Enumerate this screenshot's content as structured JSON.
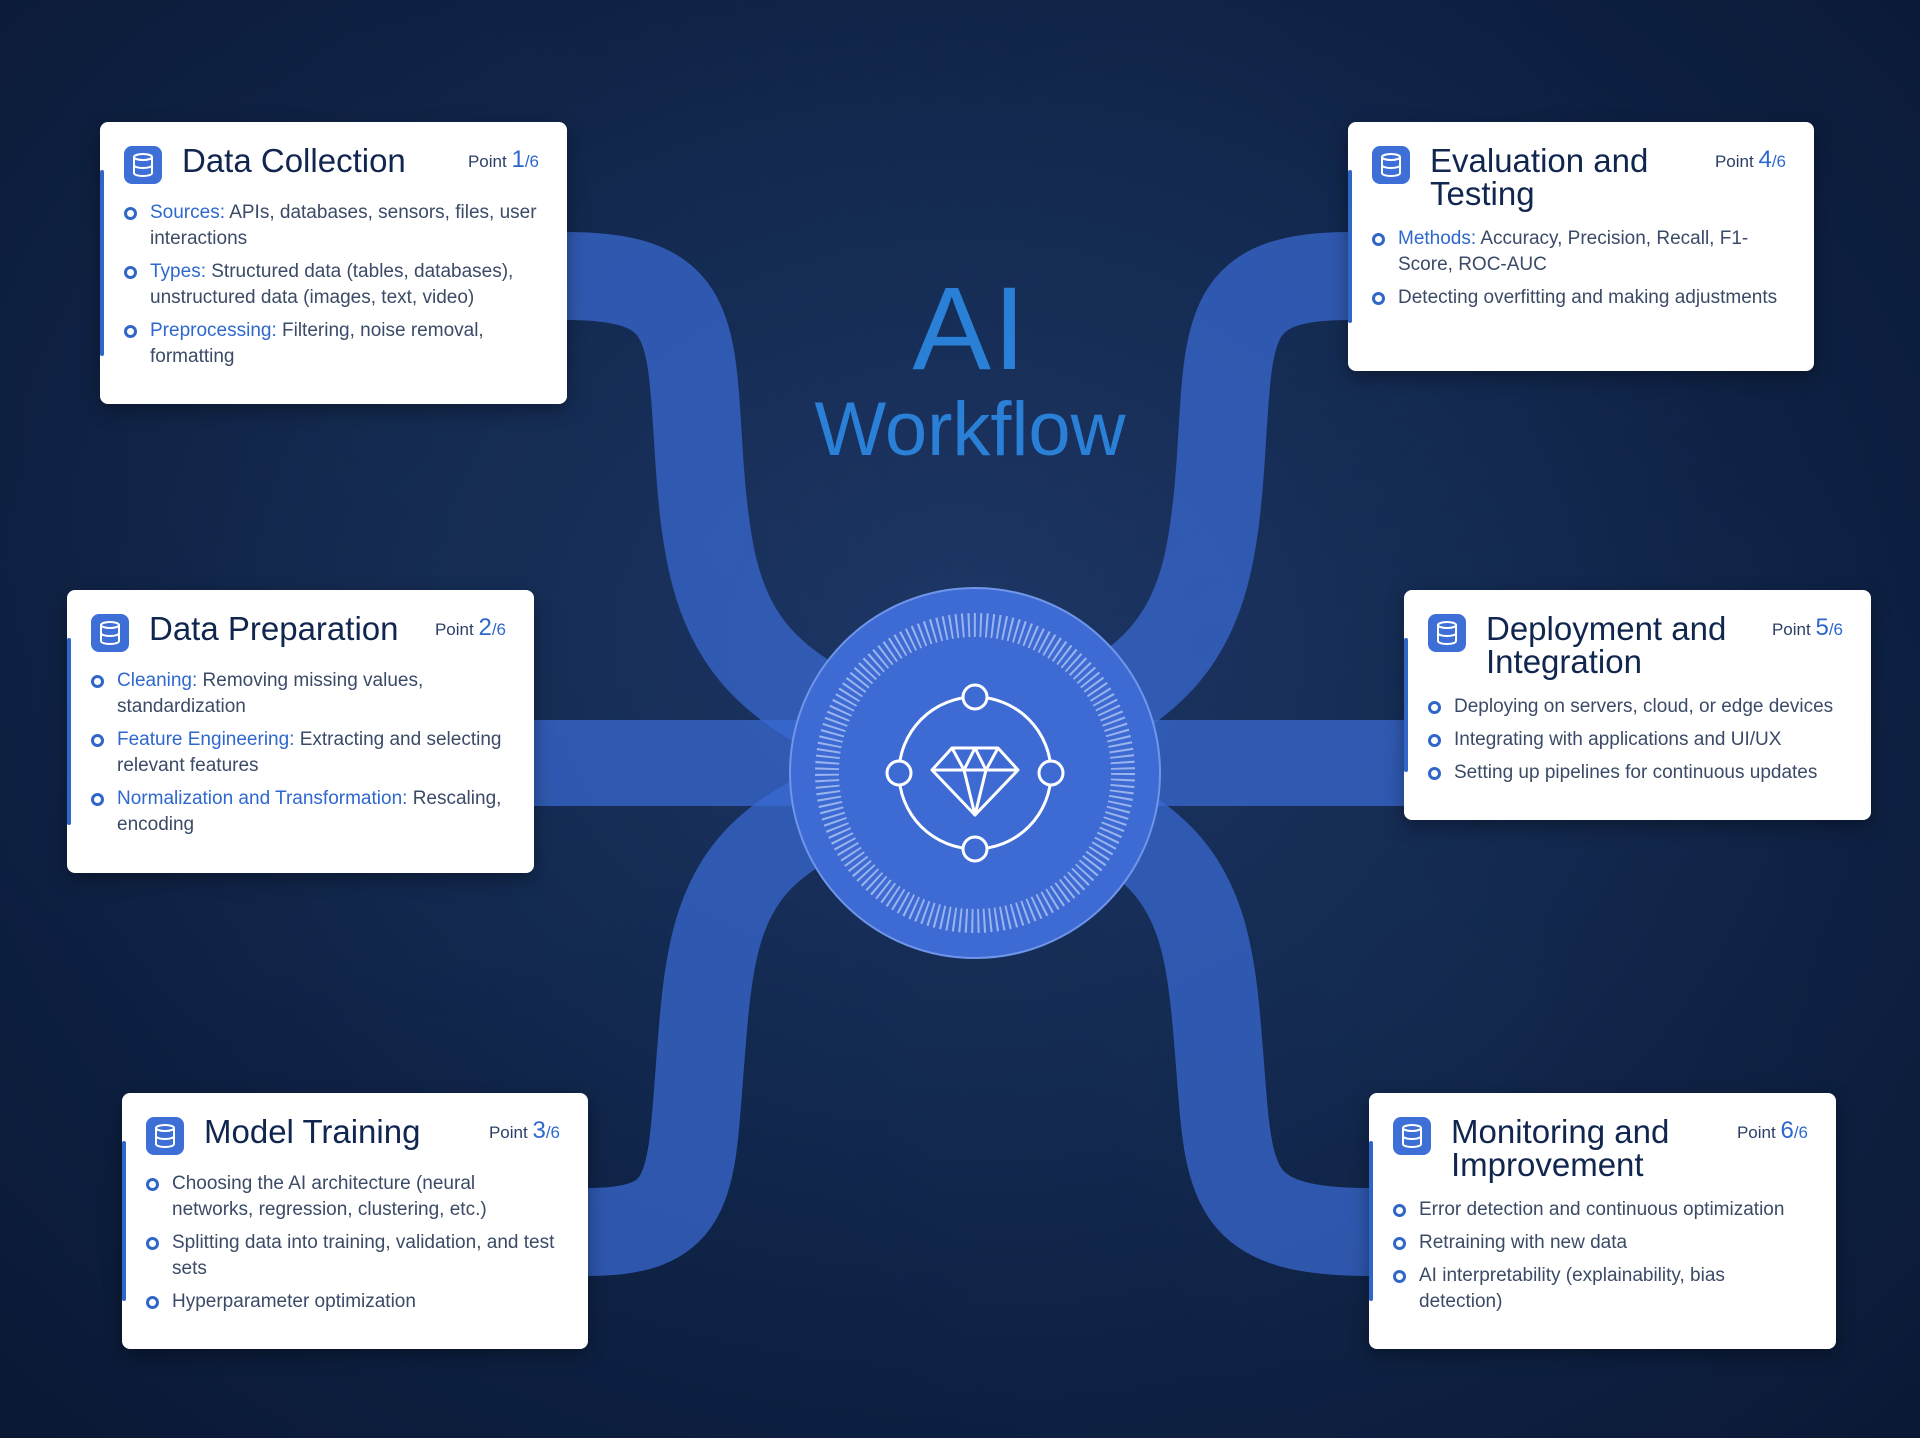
{
  "title": {
    "line1": "AI",
    "line2": "Workflow"
  },
  "cards": [
    {
      "title": "Data Collection",
      "point_label": "Point ",
      "point_num": "1",
      "point_total": "/6",
      "items": [
        {
          "key": "Sources:",
          "text": " APIs, databases, sensors, files, user interactions"
        },
        {
          "key": "Types:",
          "text": " Structured data (tables, databases), unstructured data (images, text, video)"
        },
        {
          "key": "Preprocessing:",
          "text": " Filtering, noise removal, formatting"
        }
      ]
    },
    {
      "title": "Data Preparation",
      "point_label": "Point ",
      "point_num": "2",
      "point_total": "/6",
      "items": [
        {
          "key": "Cleaning:",
          "text": " Removing missing values, standardization"
        },
        {
          "key": "Feature Engineering:",
          "text": " Extracting and selecting relevant features"
        },
        {
          "key": "Normalization and Transformation:",
          "text": " Rescaling, encoding"
        }
      ]
    },
    {
      "title": "Model Training",
      "point_label": "Point ",
      "point_num": "3",
      "point_total": "/6",
      "items": [
        {
          "key": "",
          "text": "Choosing the AI architecture (neural networks, regression, clustering, etc.)"
        },
        {
          "key": "",
          "text": "Splitting data into training, validation, and test sets"
        },
        {
          "key": "",
          "text": "Hyperparameter optimization"
        }
      ]
    },
    {
      "title": "Evaluation and Testing",
      "point_label": "Point ",
      "point_num": "4",
      "point_total": "/6",
      "items": [
        {
          "key": "Methods:",
          "text": "  Accuracy, Precision, Recall, F1-Score, ROC-AUC"
        },
        {
          "key": "",
          "text": "Detecting overfitting and making adjustments"
        }
      ]
    },
    {
      "title": "Deployment and Integration",
      "point_label": "Point ",
      "point_num": "5",
      "point_total": "/6",
      "items": [
        {
          "key": "",
          "text": "Deploying on servers, cloud, or edge devices"
        },
        {
          "key": "",
          "text": "Integrating with applications and UI/UX"
        },
        {
          "key": "",
          "text": "Setting up pipelines for continuous updates"
        }
      ]
    },
    {
      "title": "Monitoring and Improvement",
      "point_label": "Point ",
      "point_num": "6",
      "point_total": "/6",
      "items": [
        {
          "key": "",
          "text": "Error detection and continuous optimization"
        },
        {
          "key": "",
          "text": "Retraining with new data"
        },
        {
          "key": "",
          "text": "AI interpretability (explainability, bias detection)"
        }
      ]
    }
  ],
  "colors": {
    "accent": "#2f66c8",
    "title": "#2a7fd6",
    "band": "#3a6bd4",
    "hub": "#3f6fd8",
    "background": "#0f2347"
  },
  "icons": {
    "card": "database-icon",
    "hub": "diamond-icon"
  }
}
